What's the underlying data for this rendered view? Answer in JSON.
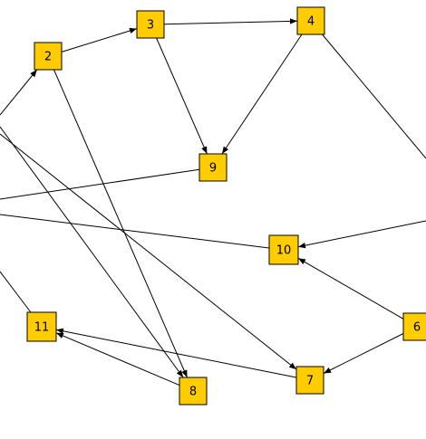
{
  "diagram": {
    "node_color": "#FFCC00",
    "edge_color": "#000000",
    "nodes": [
      {
        "id": "2",
        "label": "2"
      },
      {
        "id": "3",
        "label": "3"
      },
      {
        "id": "4",
        "label": "4"
      },
      {
        "id": "6",
        "label": "6"
      },
      {
        "id": "7",
        "label": "7"
      },
      {
        "id": "8",
        "label": "8"
      },
      {
        "id": "9",
        "label": "9"
      },
      {
        "id": "10",
        "label": "10"
      },
      {
        "id": "11",
        "label": "11"
      }
    ],
    "edges": [
      {
        "from": "2",
        "to": "3",
        "arrow": true
      },
      {
        "from": "3",
        "to": "4",
        "arrow": true
      },
      {
        "from": "3",
        "to": "9",
        "arrow": true
      },
      {
        "from": "4",
        "to": "9",
        "arrow": true
      },
      {
        "from": "2",
        "to": "8",
        "arrow": true
      },
      {
        "from": "6",
        "to": "10",
        "arrow": true
      },
      {
        "from": "6",
        "to": "7",
        "arrow": true
      },
      {
        "from": "7",
        "to": "11",
        "arrow": true
      },
      {
        "from": "8",
        "to": "11",
        "arrow": true
      }
    ],
    "offscreen_edges": [
      {
        "from": "offscreen-left",
        "to": "2",
        "arrow": true
      },
      {
        "from": "offscreen-left",
        "to": "8",
        "arrow": true
      },
      {
        "from": "offscreen-left",
        "to": "7",
        "arrow": true
      },
      {
        "from": "offscreen-left",
        "to": "9",
        "arrow": false
      },
      {
        "from": "offscreen-left",
        "to": "10",
        "arrow": false
      },
      {
        "from": "offscreen-left",
        "to": "11",
        "arrow": false
      },
      {
        "from": "4",
        "to": "offscreen-right",
        "arrow": false
      },
      {
        "from": "offscreen-right",
        "to": "10",
        "arrow": true
      }
    ]
  }
}
